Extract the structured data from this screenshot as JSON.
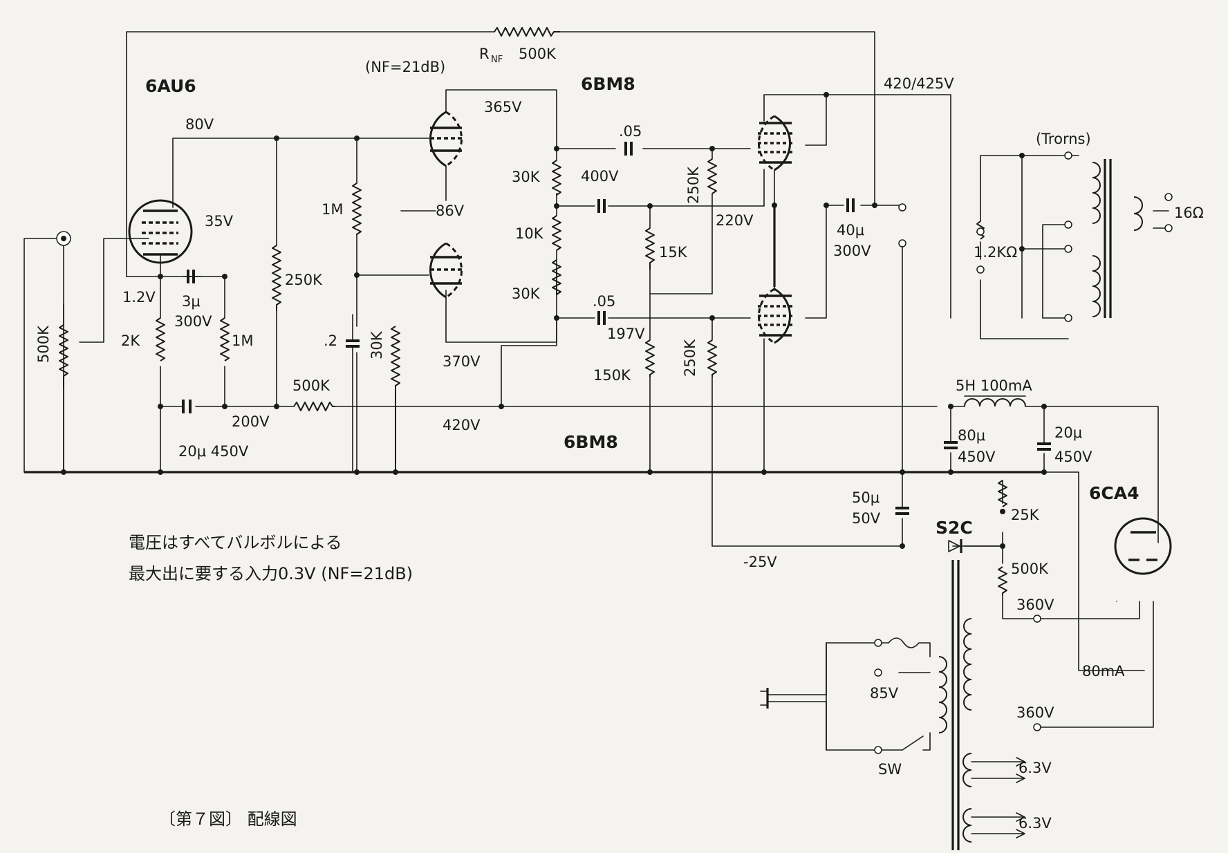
{
  "tubes": {
    "t1": "6AU6",
    "t2": "6BM8",
    "t3": "6BM8",
    "t4": "6CA4"
  },
  "feedback": {
    "resistor": "R",
    "sub": "NF",
    "value": "500K",
    "nf": "(NF=21dB)"
  },
  "voltages": {
    "v80": "80V",
    "v35": "35V",
    "v1_2": "1.2V",
    "v365": "365V",
    "v86": "86V",
    "v370": "370V",
    "v400": "400V",
    "v420_425": "420/425V",
    "v220": "220V",
    "v197": "197V",
    "v200": "200V",
    "v420": "420V",
    "vneg25": "-25V",
    "v360a": "360V",
    "v360b": "360V",
    "v85": "85V",
    "v6_3a": "6.3V",
    "v6_3b": "6.3V"
  },
  "components": {
    "r500k_vol": "500K",
    "r2k": "2K",
    "c3u": "3μ",
    "c3u_v": "300V",
    "r1m_a": "1M",
    "c20u": "20μ 450V",
    "r250k_a": "250K",
    "r500k_dec": "500K",
    "r1m_b": "1M",
    "c_2": ".2",
    "r30k_a": "30K",
    "r30k_b": "30K",
    "r10k": "10K",
    "r30k_c": "30K",
    "c05_a": ".05",
    "c05_b": ".05",
    "r250k_b": "250K",
    "r15k": "15K",
    "r150k": "150K",
    "r250k_c": "250K",
    "c40u": "40μ",
    "c40u_v": "300V",
    "choke": "5H 100mA",
    "c80u": "80μ",
    "c80u_v": "450V",
    "c20u_b": "20μ",
    "c20u_b_v": "450V",
    "c50u": "50μ",
    "c50u_v": "50V",
    "diode": "S2C",
    "r25k": "25K",
    "r500k_bias": "500K",
    "out_trans": "(Trorns)",
    "load_r": "1.2KΩ",
    "speaker": "16Ω",
    "current": "80mA",
    "switch": "SW"
  },
  "notes": {
    "line1": "電圧はすべてバルボルによる",
    "line2": "最大出に要する入力0.3V (NF=21dB)"
  },
  "caption": "〔第７図〕 配線図"
}
